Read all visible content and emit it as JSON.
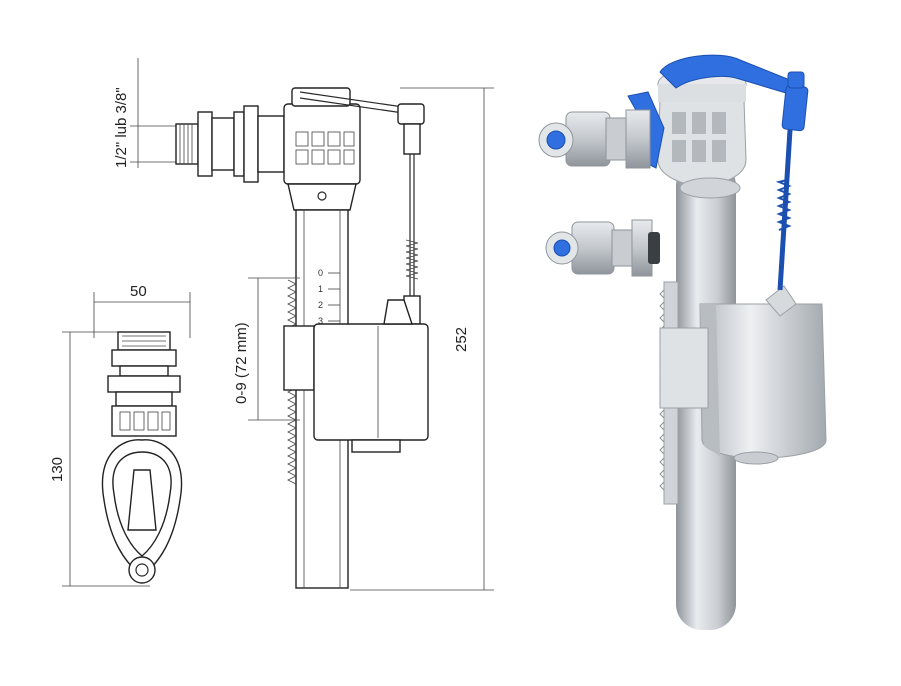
{
  "dimensions": {
    "thread_label": "1/2\" lub 3/8\"",
    "width_label": "50",
    "height_small_label": "130",
    "adjust_label": "0-9 (72 mm)",
    "height_total_label": "252"
  },
  "scale_marks": [
    "0",
    "1",
    "2",
    "3"
  ],
  "colors": {
    "line": "#222222",
    "body_gray": "#c9ccd0",
    "body_gray_dark": "#9aa0a6",
    "accent_blue": "#2f6fe0",
    "accent_blue_dark": "#1b4fb0"
  }
}
